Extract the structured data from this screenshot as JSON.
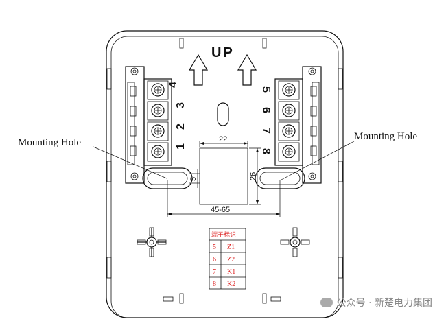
{
  "labels": {
    "up": "UP",
    "mounting_left": "Mounting Hole",
    "mounting_right": "Mounting Hole"
  },
  "terminal_numbers": {
    "left": [
      "4",
      "3",
      "2",
      "1"
    ],
    "right": [
      "5",
      "6",
      "7",
      "8"
    ]
  },
  "dimensions": {
    "width_22": "22",
    "height_26": "26",
    "slot_5": "5",
    "span_45_65": "45-65"
  },
  "terminal_table": {
    "header": "端子标识",
    "rows": [
      {
        "num": "5",
        "code": "Z1"
      },
      {
        "num": "6",
        "code": "Z2"
      },
      {
        "num": "7",
        "code": "K1"
      },
      {
        "num": "8",
        "code": "K2"
      }
    ]
  },
  "watermark": "公众号 · 新楚电力集团",
  "colors": {
    "line": "#111111",
    "table_text": "#dd2222",
    "watermark": "#888888"
  }
}
